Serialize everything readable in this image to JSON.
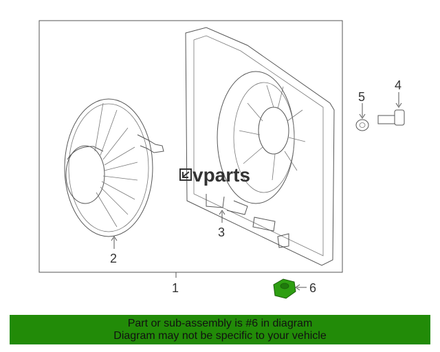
{
  "watermark": "vparts",
  "callouts": {
    "c1": "1",
    "c2": "2",
    "c3": "3",
    "c4": "4",
    "c5": "5",
    "c6": "6"
  },
  "banner": {
    "line1": "Part or sub-assembly is #6 in diagram",
    "line2": "Diagram may not be specific to your vehicle"
  },
  "colors": {
    "banner_bg": "#228B08",
    "highlight_part": "#2E9E12"
  }
}
